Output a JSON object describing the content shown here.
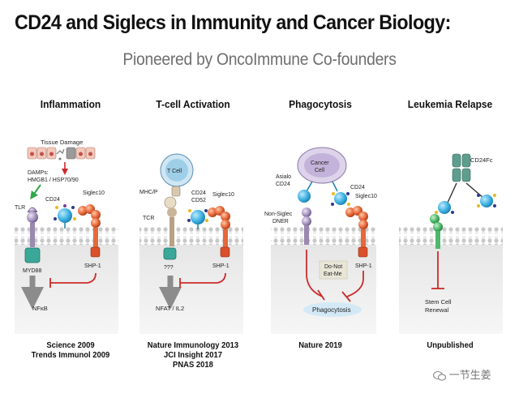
{
  "title": "CD24 and Siglecs in Immunity and Cancer Biology:",
  "subtitle": "Pioneered by OncoImmune Co-founders",
  "panels": [
    {
      "heading": "Inflammation",
      "labels": {
        "tissue_damage": "Tissue Damage",
        "damps_line1": "DAMPs:",
        "damps_line2": "HMGB1 / HSP70/90",
        "tlr": "TLR",
        "cd24": "CD24",
        "siglec": "Siglec10",
        "myd88": "MYD88",
        "shp1": "SHP-1",
        "output": "NFκB"
      },
      "references": [
        "Science 2009",
        "Trends Immunol 2009"
      ]
    },
    {
      "heading": "T-cell Activation",
      "labels": {
        "tcell": "T Cell",
        "mhc": "MHC/P",
        "cd24": "CD24",
        "cd52": "CD52",
        "siglec": "Siglec10",
        "tcr": "TCR",
        "unknown": "???",
        "shp1": "SHP-1",
        "output": "NFAT / IL2"
      },
      "references": [
        "Nature Immunology 2013",
        "JCI Insight 2017",
        "PNAS 2018"
      ]
    },
    {
      "heading": "Phagocytosis",
      "labels": {
        "cancer_line1": "Cancer",
        "cancer_line2": "Cell",
        "asialo_line1": "Asialo",
        "asialo_line2": "CD24",
        "cd24": "CD24",
        "siglec": "Siglec10",
        "nonsiglec_line1": "Non-Siglec",
        "nonsiglec_line2": "DNER",
        "donot_line1": "Do-Not",
        "donot_line2": "Eat-Me",
        "shp1": "SHP-1",
        "output": "Phagocytosis"
      },
      "references": [
        "Nature 2019"
      ]
    },
    {
      "heading": "Leukemia Relapse",
      "labels": {
        "cd24fc": "CD24Fc",
        "output_line1": "Stem Cell",
        "output_line2": "Renewal"
      },
      "references": [
        "Unpublished"
      ]
    }
  ],
  "watermark": "一节生姜",
  "colors": {
    "membrane": "#cfcfcf",
    "cd24": "#3fb3e3",
    "siglec": "#e7683a",
    "myd88": "#3aa899",
    "tlr": "#9b88b0",
    "inhibit": "#cc2b2b",
    "arrow": "#8c8c8c",
    "cd24fc": "#5e9e8e",
    "green_arrow": "#2ea84a"
  }
}
